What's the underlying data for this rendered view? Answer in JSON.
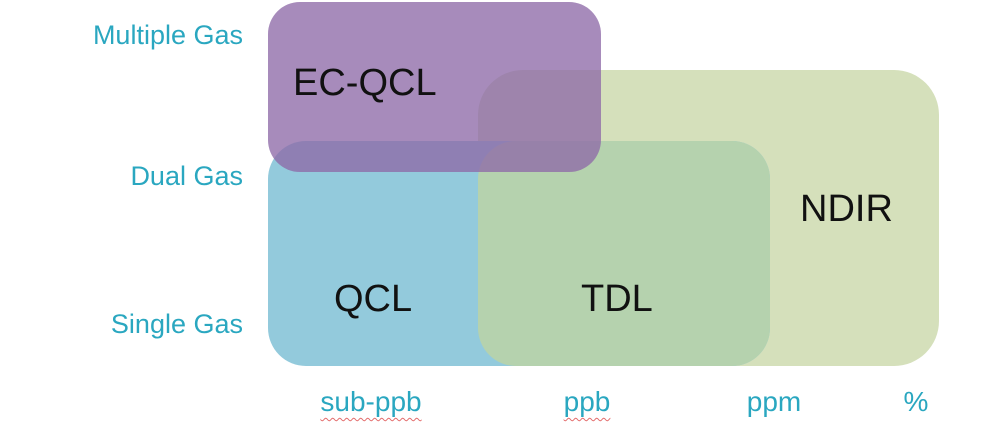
{
  "y_axis": {
    "multiple": "Multiple Gas",
    "dual": "Dual Gas",
    "single": "Single Gas"
  },
  "x_axis": {
    "sub_ppb": "sub-ppb",
    "ppb": "ppb",
    "ppm": "ppm",
    "percent": "%"
  },
  "technologies": {
    "ec_qcl": {
      "label": "EC-QCL",
      "color": "#8e6aa8"
    },
    "qcl": {
      "label": "QCL",
      "color": "#93cadc"
    },
    "tdl": {
      "label": "TDL",
      "color": "#b5d2ae"
    },
    "ndir": {
      "label": "NDIR",
      "color": "#d5e0bb"
    }
  },
  "colors": {
    "axis_text": "#2aa7c0",
    "label_text": "#111111",
    "spellcheck_underline": "#e36b6b"
  }
}
